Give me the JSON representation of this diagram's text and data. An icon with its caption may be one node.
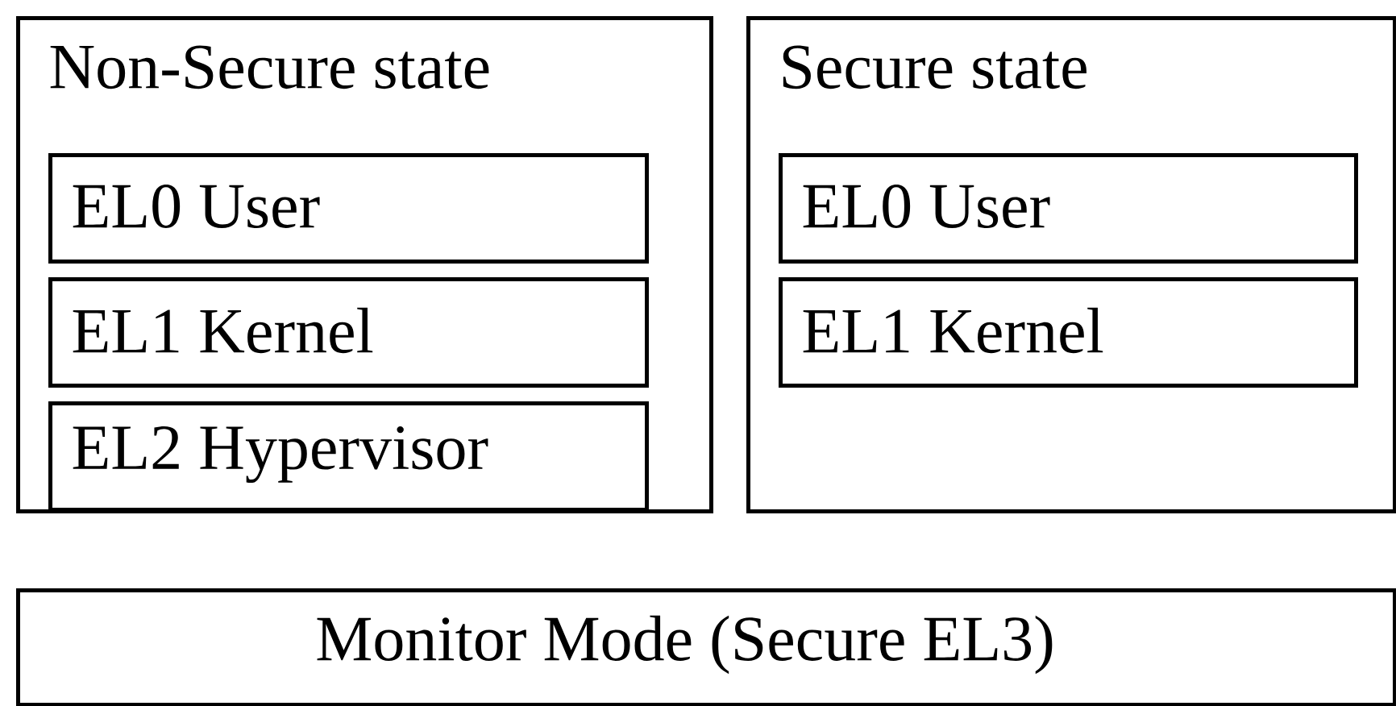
{
  "diagram": {
    "nodes": [
      {
        "text": [
          "Non-Secure state"
        ]
      },
      {
        "text": [
          "EL0 User"
        ],
        "in": 0
      },
      {
        "text": [
          "EL1 Kernel"
        ],
        "in": 0
      },
      {
        "text": [
          "EL2 Hypervisor"
        ],
        "in": 0
      },
      {
        "text": [
          "Secure state"
        ]
      },
      {
        "text": [
          "EL0 User"
        ],
        "in": 4
      },
      {
        "text": [
          "EL1 Kernel"
        ],
        "in": 4
      },
      {
        "text": [
          "Monitor Mode (Secure EL3)"
        ]
      }
    ]
  }
}
